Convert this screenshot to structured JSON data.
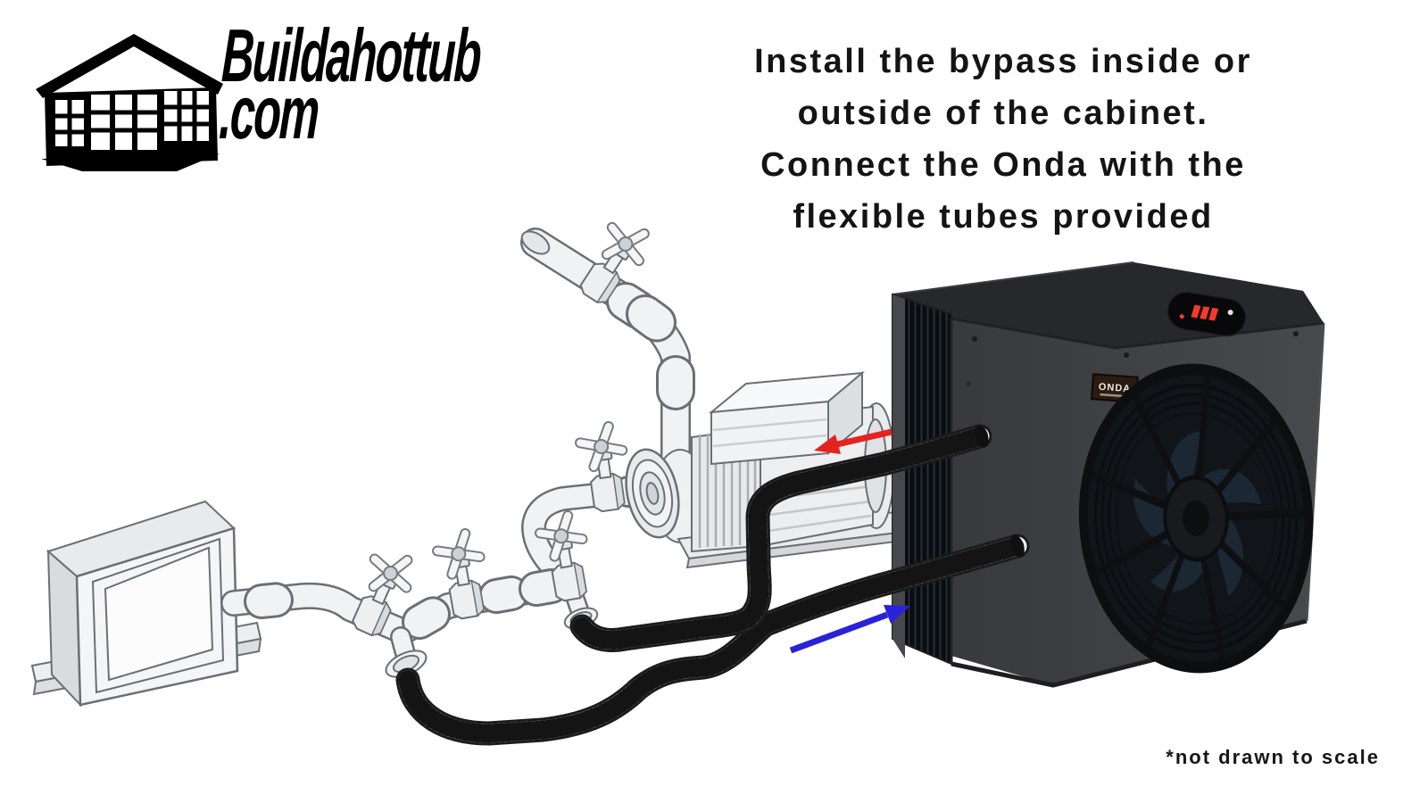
{
  "logo": {
    "icon": "summerhouse-icon",
    "title": "Buildahottub",
    "tld": ".com"
  },
  "headline": {
    "lines": [
      "Install the bypass inside or",
      "outside of the cabinet.",
      "Connect the Onda with the",
      "flexible tubes provided"
    ]
  },
  "footnote": "*not drawn to scale",
  "diagram": {
    "heat_pump": {
      "brand": "ONDA",
      "body_color": "#3c3d40",
      "fin_color": "#0a0c0e",
      "display": "red-led-display"
    },
    "plumbing": {
      "material": "white-pvc",
      "valve_count": 5,
      "flex_tube_count": 2,
      "flex_style": "corrugated"
    },
    "arrows": [
      {
        "id": "return-flow",
        "color": "#e42320",
        "direction": "left"
      },
      {
        "id": "supply-flow",
        "color": "#2a22d8",
        "direction": "right"
      }
    ],
    "components": [
      "hot-tub-wall-fitting",
      "pvc-bypass-manifold",
      "shut-off-valve-1",
      "shut-off-valve-2",
      "shut-off-valve-3",
      "shut-off-valve-top",
      "shut-off-valve-pump",
      "circulation-pump",
      "flexible-tube-upper",
      "flexible-tube-lower",
      "onda-heat-pump",
      "fan"
    ]
  }
}
